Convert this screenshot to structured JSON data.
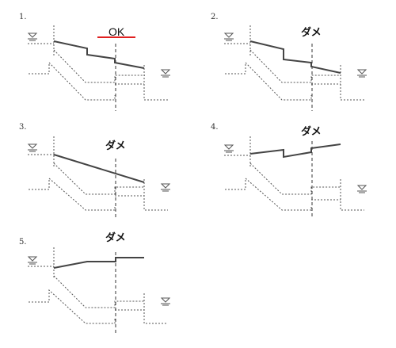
{
  "diagrams": [
    {
      "number": "1.",
      "verdict": "OK",
      "underline_color": "#e02020",
      "line_color": "#444444"
    },
    {
      "number": "2.",
      "verdict": "ダメ",
      "line_color": "#444444"
    },
    {
      "number": "3.",
      "verdict": "ダメ",
      "line_color": "#444444"
    },
    {
      "number": "4.",
      "verdict": "ダメ",
      "line_color": "#444444"
    },
    {
      "number": "5.",
      "verdict": "ダメ",
      "line_color": "#444444"
    }
  ],
  "icons": {
    "water_level_left": "water-level-symbol-icon",
    "water_level_right": "water-level-symbol-icon"
  }
}
